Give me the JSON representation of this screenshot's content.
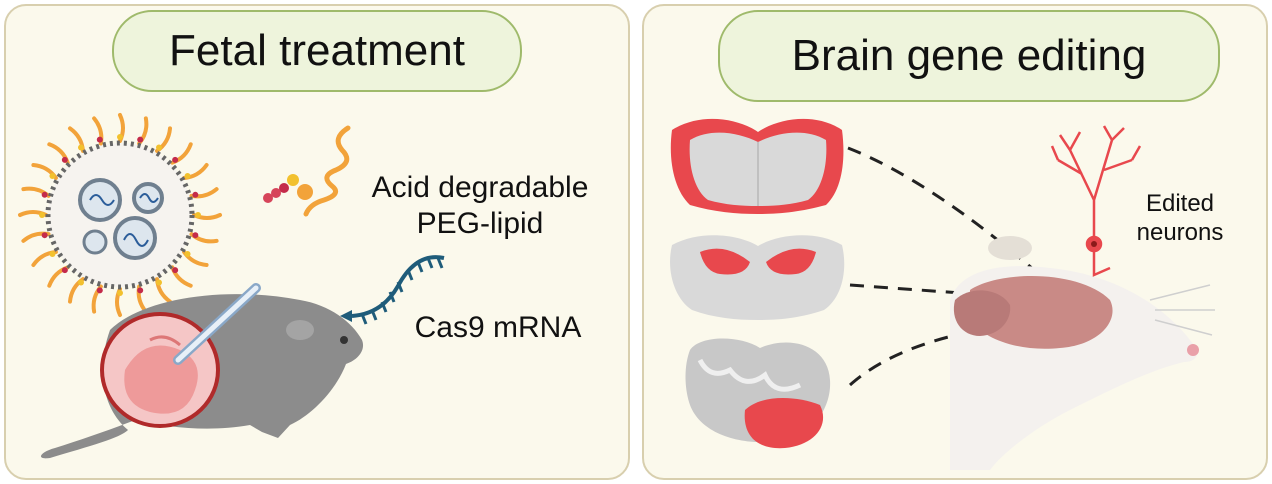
{
  "left_panel": {
    "title": "Fetal treatment",
    "peg_label_line1": "Acid degradable",
    "peg_label_line2": "PEG-lipid",
    "mrna_label": "Cas9 mRNA"
  },
  "right_panel": {
    "title": "Brain gene editing",
    "neuron_label_line1": "Edited",
    "neuron_label_line2": "neurons"
  },
  "colors": {
    "panel_bg": "#fbf9ec",
    "panel_border": "#d8cfae",
    "pill_bg": "#eef4dc",
    "pill_border": "#9fba6b",
    "edited_region": "#e8484d",
    "peg_orange": "#f2a33a",
    "mrna_blue": "#1f5c7a",
    "mouse_gray": "#8c8c8c"
  }
}
